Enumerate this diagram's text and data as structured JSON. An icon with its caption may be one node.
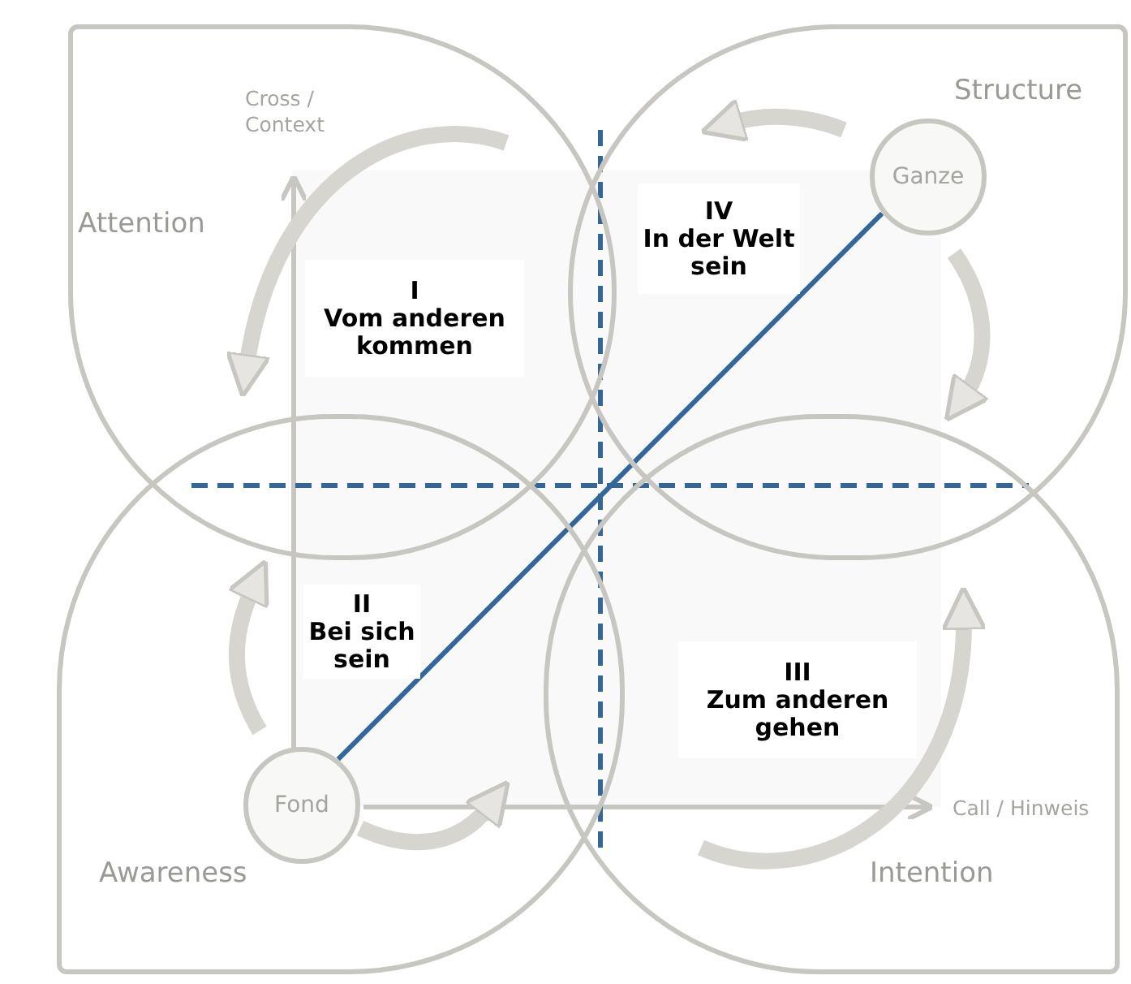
{
  "diagram": {
    "nodes": [
      {
        "text": [
          "Attention"
        ]
      },
      {
        "text": [
          "Structure"
        ]
      },
      {
        "text": [
          "Ganze"
        ],
        "in": 1
      },
      {
        "text": [
          "I",
          "Vom anderen kommen"
        ],
        "in": 0
      },
      {
        "text": [
          "IV",
          "In der Welt sein"
        ],
        "in": 1
      },
      {
        "text": [
          "II",
          "Bei sich sein"
        ],
        "in": 7
      },
      {
        "text": [
          "III",
          "Zum anderen gehen"
        ],
        "in": 9
      },
      {
        "text": [
          "Awareness"
        ]
      },
      {
        "text": [
          "Fond"
        ],
        "in": 7
      },
      {
        "text": [
          "Intention"
        ]
      }
    ],
    "edges": [
      {
        "from": 8,
        "to": 2,
        "arrow": "none"
      }
    ],
    "labels": [
      "Cross / Context",
      "Call / Hinweis"
    ]
  }
}
